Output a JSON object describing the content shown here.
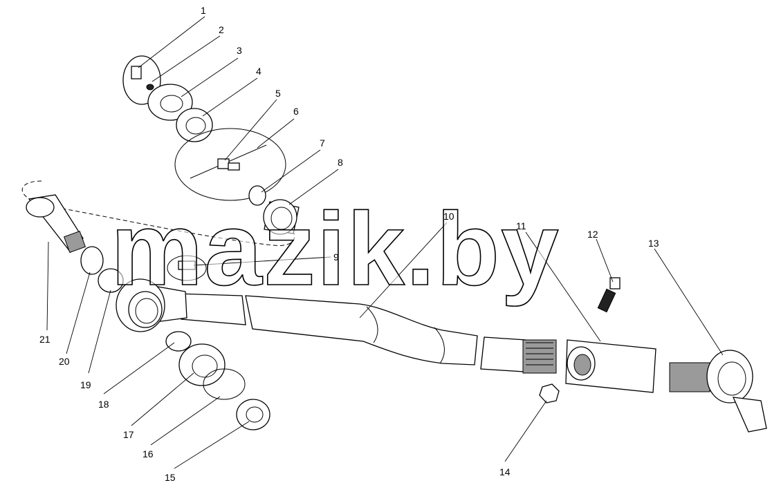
{
  "watermark": "mazik.by",
  "callouts": [
    "1",
    "2",
    "3",
    "4",
    "5",
    "6",
    "7",
    "8",
    "9",
    "10",
    "11",
    "12",
    "13",
    "14",
    "15",
    "16",
    "17",
    "18",
    "19",
    "20",
    "21"
  ]
}
